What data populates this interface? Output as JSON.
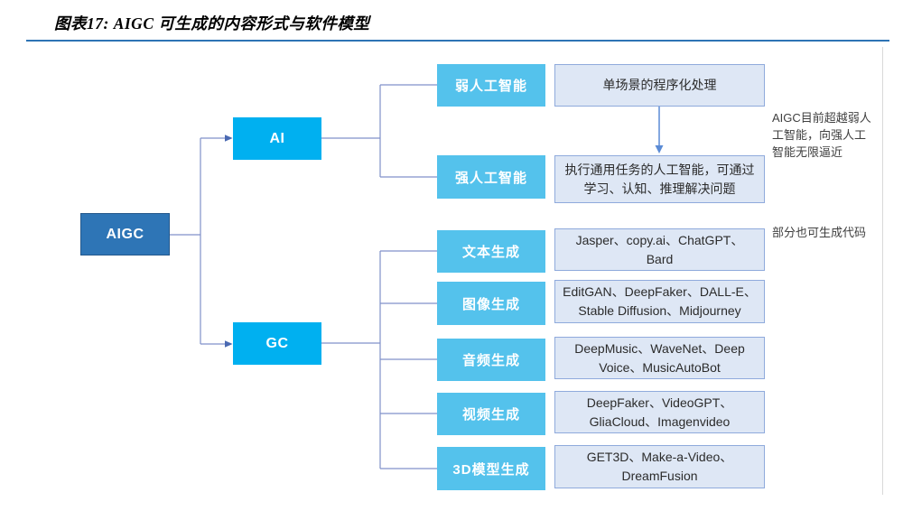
{
  "title": "图表17: AIGC 可生成的内容形式与软件模型",
  "diagram": {
    "root": {
      "label": "AIGC"
    },
    "ai": {
      "label": "AI",
      "branches": [
        {
          "label": "弱人工智能",
          "content": "单场景的程序化处理"
        },
        {
          "label": "强人工智能",
          "content": "执行通用任务的人工智能，可通过学习、认知、推理解决问题"
        }
      ],
      "note": "AIGC目前超越弱人工智能，向强人工智能无限逼近"
    },
    "gc": {
      "label": "GC",
      "branches": [
        {
          "label": "文本生成",
          "content": "Jasper、copy.ai、ChatGPT、Bard"
        },
        {
          "label": "图像生成",
          "content": "EditGAN、DeepFaker、DALL-E、Stable Diffusion、Midjourney"
        },
        {
          "label": "音频生成",
          "content": "DeepMusic、WaveNet、Deep Voice、MusicAutoBot"
        },
        {
          "label": "视频生成",
          "content": "DeepFaker、VideoGPT、GliaCloud、Imagenvideo"
        },
        {
          "label": "3D模型生成",
          "content": "GET3D、Make-a-Video、DreamFusion"
        }
      ],
      "note": "部分也可生成代码"
    },
    "colors": {
      "root_fill": "#2E75B6",
      "level1_fill": "#00B0F0",
      "category_fill": "#54C2EC",
      "content_fill": "#DEE7F5",
      "content_border": "#8FAADC",
      "connector": "#8091C9",
      "connector_arrow": "#4A69B2",
      "down_arrow": "#5B8BD5",
      "title_rule": "#2E74B5"
    }
  }
}
